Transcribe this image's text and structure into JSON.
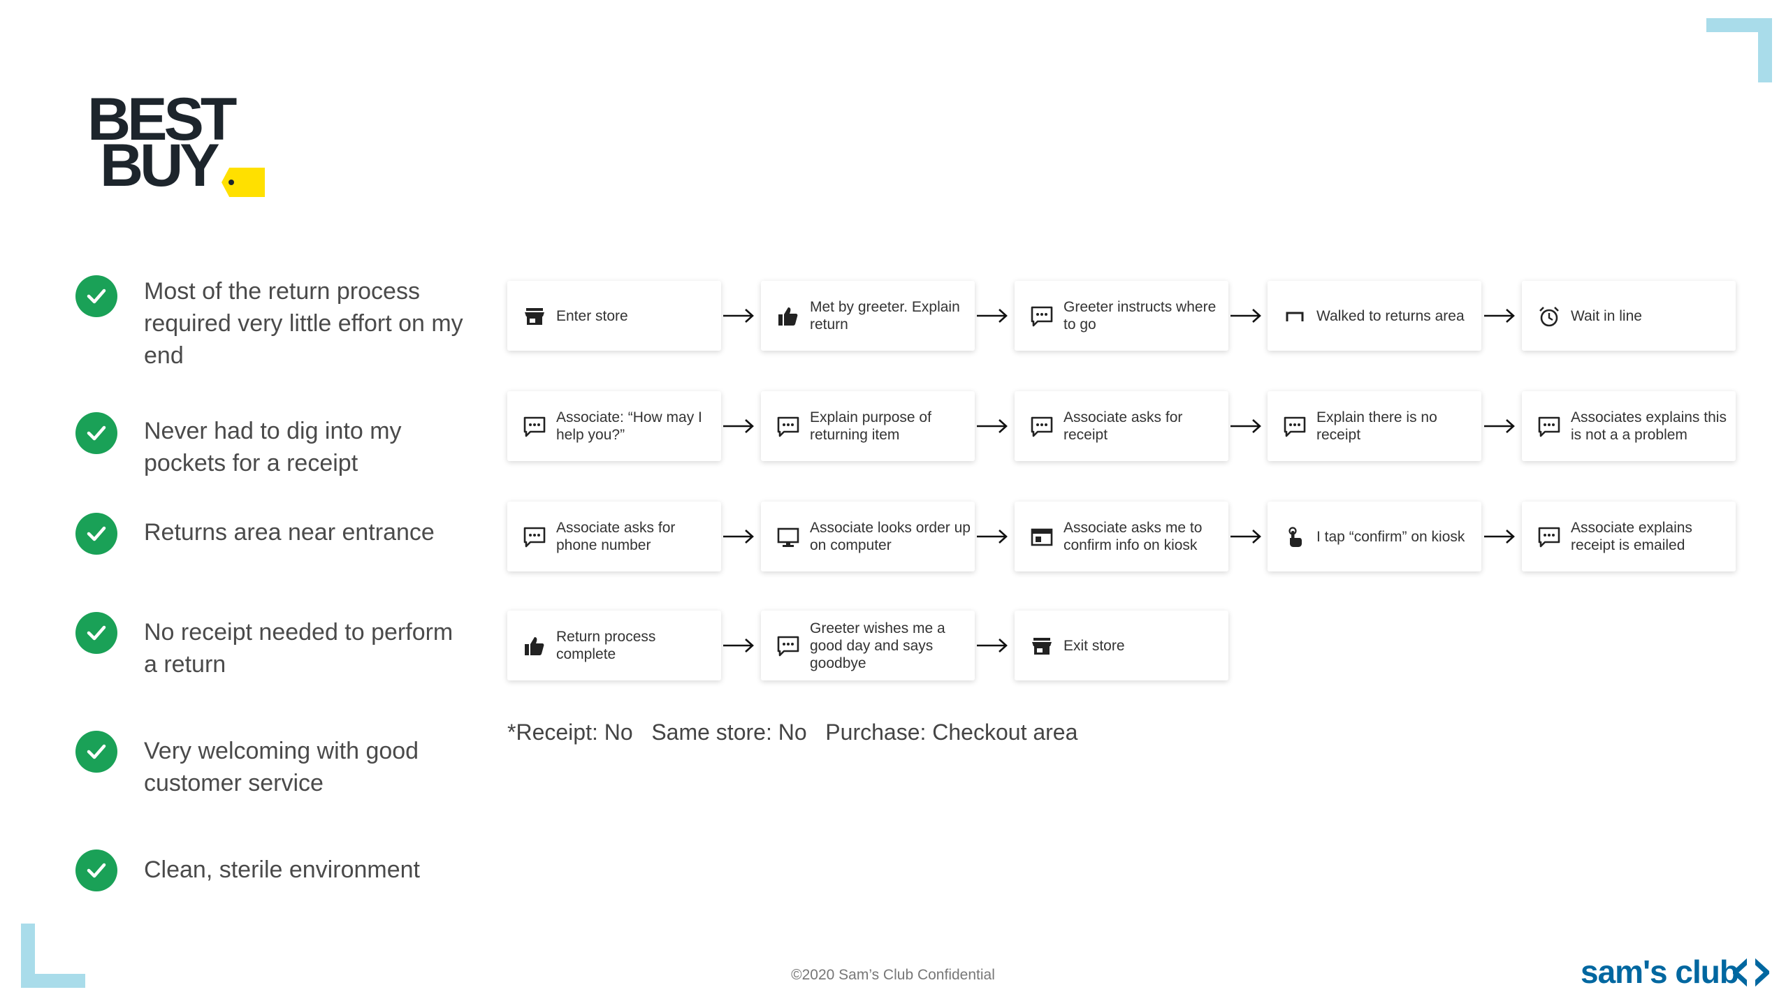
{
  "brand": {
    "logo_line1": "BEST",
    "logo_line2": "BUY",
    "footer_brand": "sam's club"
  },
  "benefits": [
    {
      "text": "Most of the return process required very little effort on my end"
    },
    {
      "text": "Never had to dig into my pockets for a receipt"
    },
    {
      "text": "Returns area near entrance"
    },
    {
      "text": "No receipt needed to perform a return"
    },
    {
      "text": "Very welcoming with good customer service"
    },
    {
      "text": "Clean, sterile environment"
    }
  ],
  "journey": {
    "steps": [
      {
        "label": "Enter store",
        "icon": "store-icon"
      },
      {
        "label": "Met by greeter. Explain return",
        "icon": "thumbs-up-icon"
      },
      {
        "label": "Greeter instructs where to go",
        "icon": "chat-icon"
      },
      {
        "label": "Walked to returns area",
        "icon": "counter-icon"
      },
      {
        "label": "Wait in line",
        "icon": "alarm-icon"
      },
      {
        "label": "Associate: “How may I help you?”",
        "icon": "chat-icon"
      },
      {
        "label": "Explain purpose of returning item",
        "icon": "chat-icon"
      },
      {
        "label": "Associate asks for receipt",
        "icon": "chat-icon"
      },
      {
        "label": "Explain there is no receipt",
        "icon": "chat-icon"
      },
      {
        "label": "Associates explains this is not a a problem",
        "icon": "chat-icon"
      },
      {
        "label": "Associate asks for phone number",
        "icon": "chat-icon"
      },
      {
        "label": "Associate looks order up on computer",
        "icon": "monitor-icon"
      },
      {
        "label": "Associate asks me to confirm info on kiosk",
        "icon": "kiosk-screen-icon"
      },
      {
        "label": "I tap “confirm” on kiosk",
        "icon": "tap-icon"
      },
      {
        "label": "Associate explains receipt is emailed",
        "icon": "chat-icon"
      },
      {
        "label": "Return process complete",
        "icon": "thumbs-up-icon"
      },
      {
        "label": "Greeter wishes me a good day and says goodbye",
        "icon": "chat-icon"
      },
      {
        "label": "Exit store",
        "icon": "store-icon"
      }
    ]
  },
  "note": "*Receipt: No   Same store: No   Purchase: Checkout area",
  "footer": "©2020 Sam’s Club Confidential",
  "colors": {
    "check": "#1aa157",
    "corner": "#a9dcea",
    "sams_blue": "#0067a0",
    "tag_yellow": "#ffe000"
  }
}
